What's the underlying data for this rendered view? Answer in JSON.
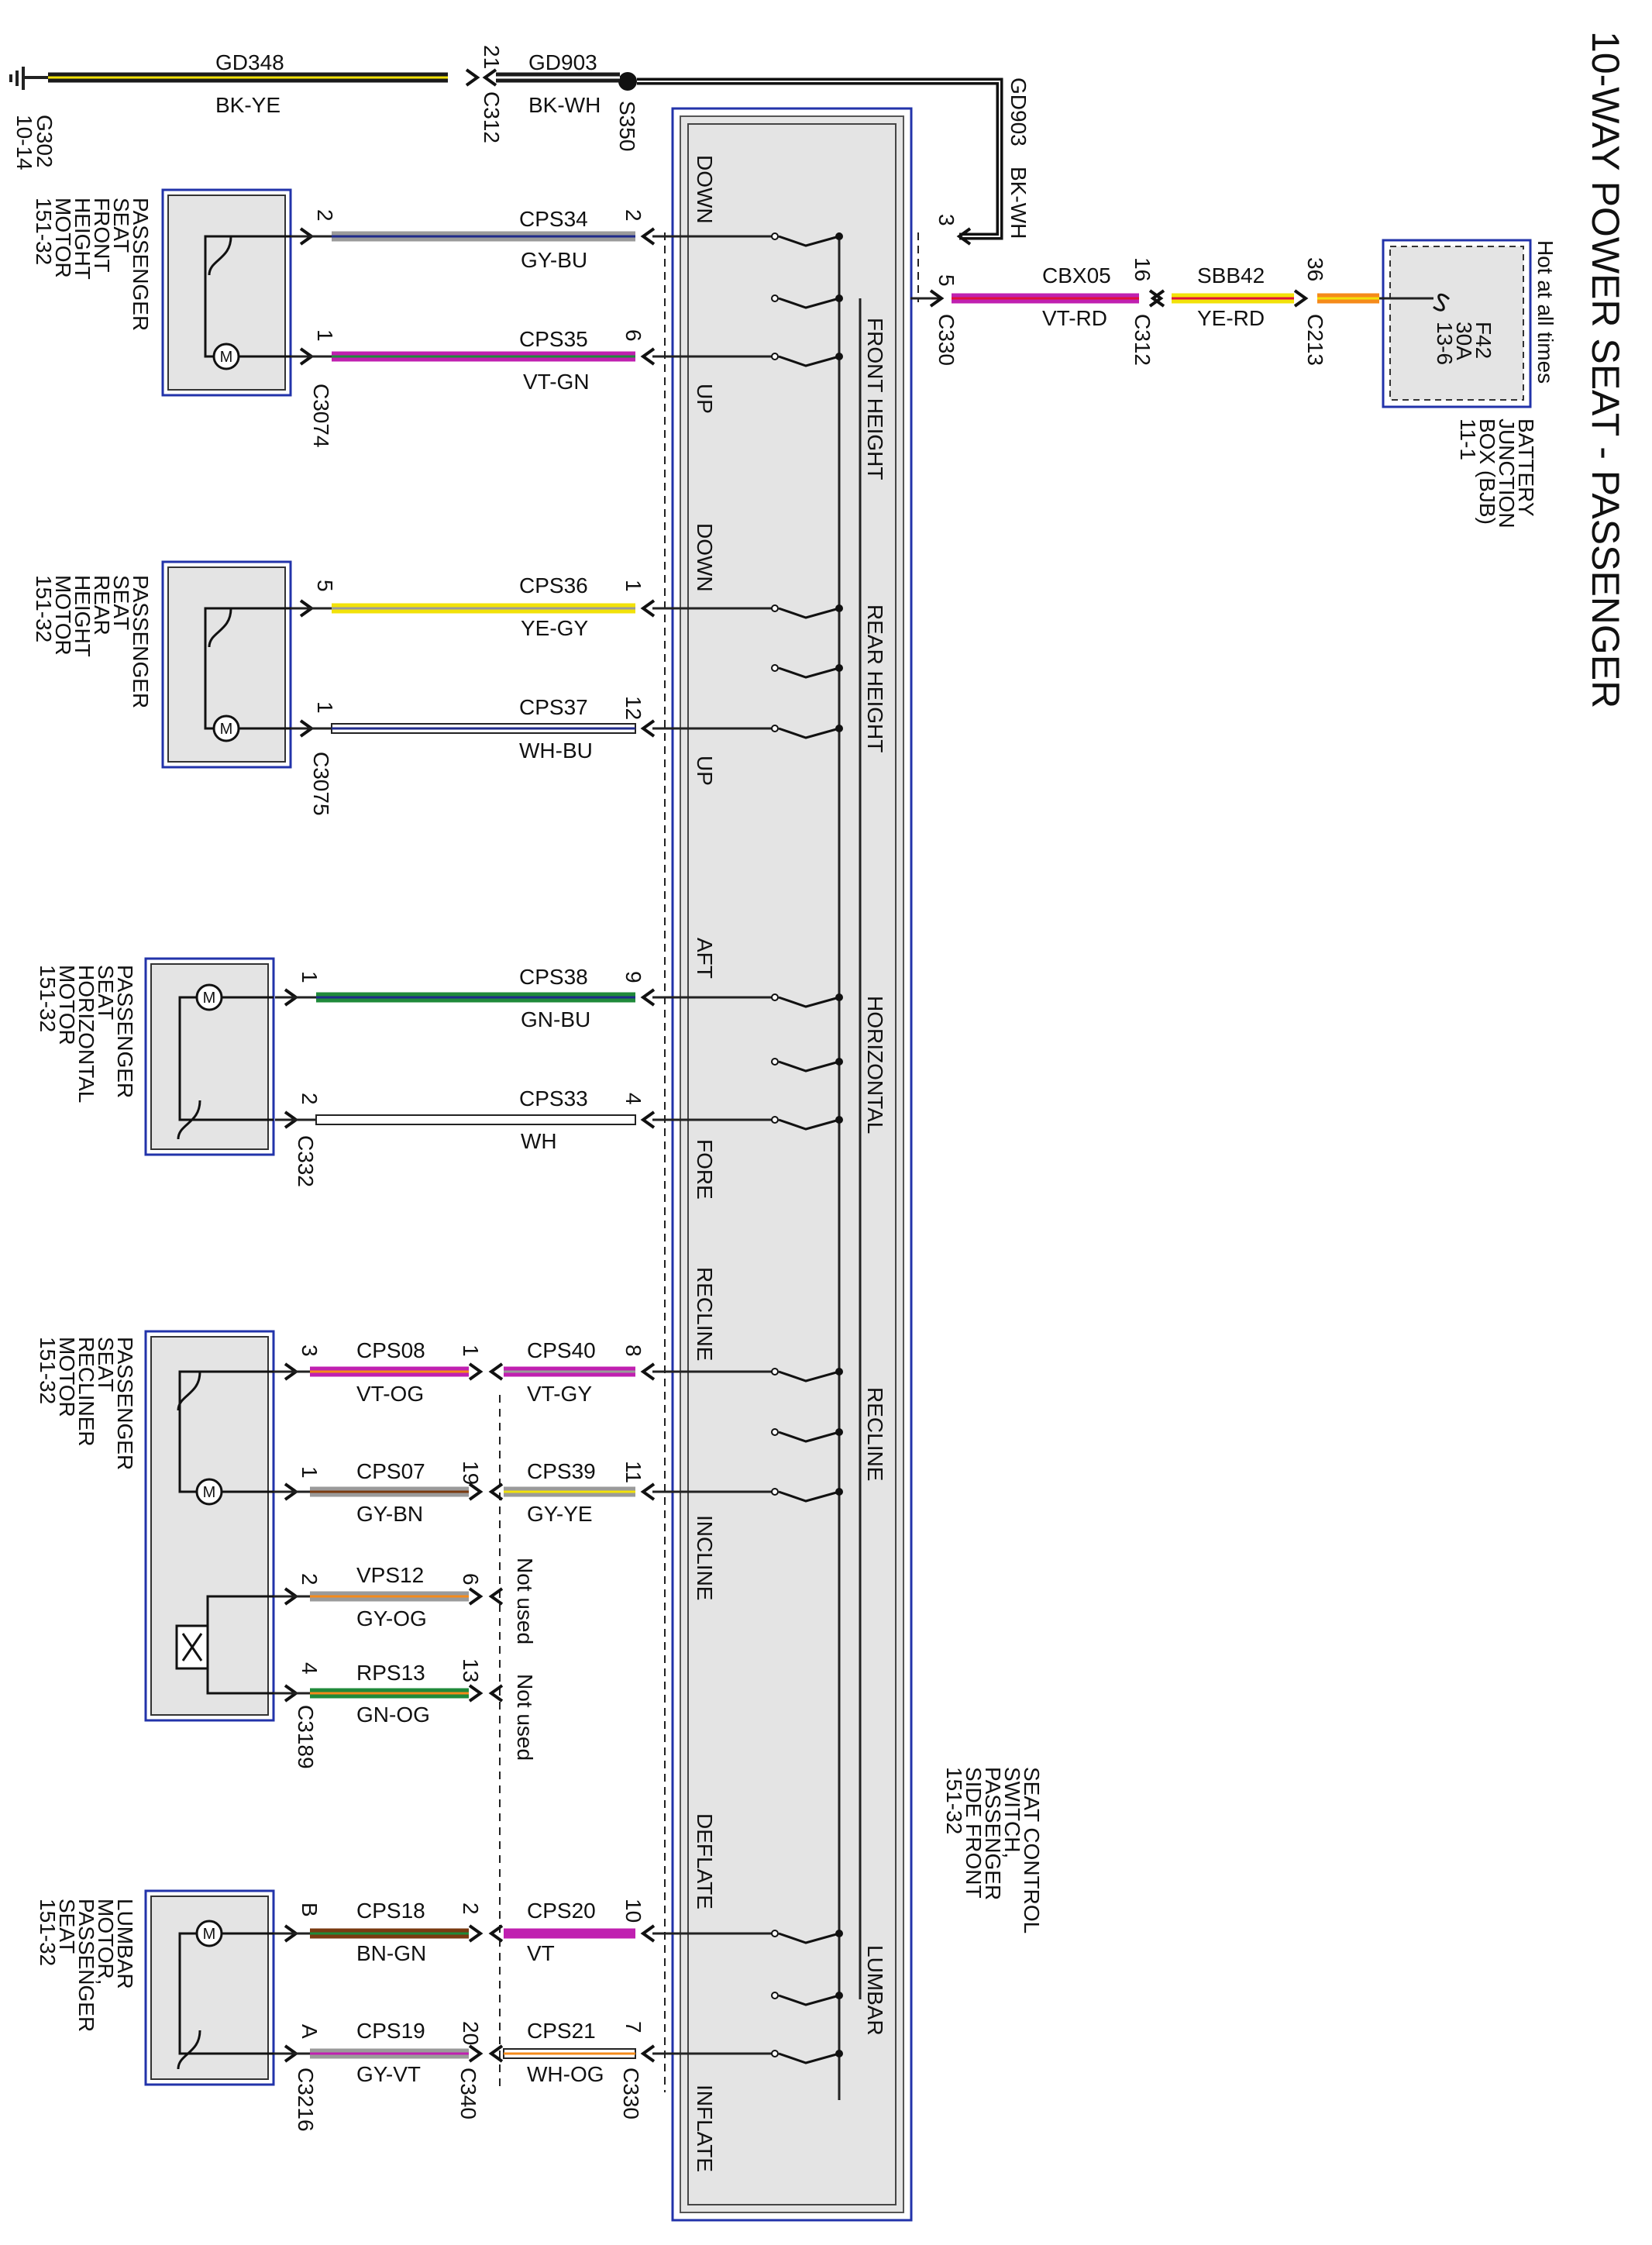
{
  "title": "10-WAY POWER SEAT - PASSENGER",
  "colors": {
    "BK": "#1a1a1a",
    "BU": "#1f2a8a",
    "GY": "#9a9a9a",
    "VT": "#c020b0",
    "GN": "#1f8a3a",
    "RD": "#e0103a",
    "YE": "#f2e20a",
    "WH": "#ffffff",
    "OG": "#f58a1a",
    "BN": "#7a3a10",
    "PK": "#e0186a",
    "box_border": "#2233aa",
    "box_fill": "#e4e4e4"
  },
  "ground": {
    "id": "G302",
    "ref": "10-14"
  },
  "splice": {
    "id": "S350"
  },
  "ground_wires": [
    {
      "circuit": "GD348",
      "color": "BK-YE"
    },
    {
      "circuit": "GD903",
      "color": "BK-WH"
    }
  ],
  "riser_wire": {
    "circuit": "GD903",
    "color": "BK-WH"
  },
  "pins": {
    "c312_gnd": "21",
    "switch_gnd": "3",
    "switch_batt": "5",
    "c312_batt": "16",
    "c213": "36"
  },
  "connectors": {
    "c312_gnd": "C312",
    "c330_batt": "C330",
    "c312_batt": "C312",
    "c213": "C213",
    "fh": "C3074",
    "rh": "C3075",
    "hz": "C332",
    "rec": "C3189",
    "lum": "C3216",
    "c340": "C340",
    "c330": "C330"
  },
  "battery_feed": [
    {
      "circuit": "CBX05",
      "color": "VT-RD"
    },
    {
      "circuit": "SBB42",
      "color": "YE-RD"
    }
  ],
  "bjb": {
    "hot_label": "Hot at all times",
    "fuse_lines": [
      "F42",
      "30A",
      "13-6"
    ],
    "name_lines": [
      "BATTERY",
      "JUNCTION",
      "BOX (BJB)",
      "11-1"
    ]
  },
  "switch": {
    "name_lines": [
      "SEAT CONTROL",
      "SWITCH,",
      "PASSENGER",
      "SIDE FRONT",
      "151-32"
    ],
    "sections": [
      "FRONT HEIGHT",
      "REAR HEIGHT",
      "HORIZONTAL",
      "RECLINE",
      "LUMBAR"
    ],
    "positions": [
      "DOWN",
      "UP",
      "DOWN",
      "UP",
      "AFT",
      "FORE",
      "RECLINE",
      "INCLINE",
      "DEFLATE",
      "INFLATE"
    ]
  },
  "components": [
    {
      "name_lines": [
        "PASSENGER",
        "SEAT",
        "FRONT",
        "HEIGHT",
        "MOTOR",
        "151-32"
      ]
    },
    {
      "name_lines": [
        "PASSENGER",
        "SEAT",
        "REAR",
        "HEIGHT",
        "MOTOR",
        "151-32"
      ]
    },
    {
      "name_lines": [
        "PASSENGER",
        "SEAT",
        "HORIZONTAL",
        "MOTOR",
        "151-32"
      ]
    },
    {
      "name_lines": [
        "PASSENGER",
        "SEAT",
        "RECLINER",
        "MOTOR",
        "151-32"
      ]
    },
    {
      "name_lines": [
        "LUMBAR",
        "MOTOR,",
        "PASSENGER",
        "SEAT",
        "151-32"
      ]
    }
  ],
  "wires": [
    {
      "circuit": "CPS34",
      "color": "GY-BU",
      "pin_switch": "2",
      "pin_comp": "2"
    },
    {
      "circuit": "CPS35",
      "color": "VT-GN",
      "pin_switch": "6",
      "pin_comp": "1"
    },
    {
      "circuit": "CPS36",
      "color": "YE-GY",
      "pin_switch": "1",
      "pin_comp": "5"
    },
    {
      "circuit": "CPS37",
      "color": "WH-BU",
      "pin_switch": "12",
      "pin_comp": "1"
    },
    {
      "circuit": "CPS38",
      "color": "GN-BU",
      "pin_switch": "9",
      "pin_comp": "1"
    },
    {
      "circuit": "CPS33",
      "color": "WH",
      "pin_switch": "4",
      "pin_comp": "2"
    }
  ],
  "split_wires": [
    {
      "sw_circuit": "CPS40",
      "sw_color": "VT-GY",
      "sw_pin": "8",
      "mid_pin": "1",
      "comp_circuit": "CPS08",
      "comp_color": "VT-OG",
      "comp_pin": "3"
    },
    {
      "sw_circuit": "CPS39",
      "sw_color": "GY-YE",
      "sw_pin": "11",
      "mid_pin": "19",
      "comp_circuit": "CPS07",
      "comp_color": "GY-BN",
      "comp_pin": "1"
    },
    {
      "sw_circuit": "",
      "sw_color": "",
      "sw_pin": "",
      "mid_pin": "6",
      "comp_circuit": "VPS12",
      "comp_color": "GY-OG",
      "comp_pin": "2",
      "note": "Not used"
    },
    {
      "sw_circuit": "",
      "sw_color": "",
      "sw_pin": "",
      "mid_pin": "13",
      "comp_circuit": "RPS13",
      "comp_color": "GN-OG",
      "comp_pin": "4",
      "note": "Not used"
    },
    {
      "sw_circuit": "CPS20",
      "sw_color": "VT",
      "sw_pin": "10",
      "mid_pin": "2",
      "comp_circuit": "CPS18",
      "comp_color": "BN-GN",
      "comp_pin": "B"
    },
    {
      "sw_circuit": "CPS21",
      "sw_color": "WH-OG",
      "sw_pin": "7",
      "mid_pin": "20",
      "comp_circuit": "CPS19",
      "comp_color": "GY-VT",
      "comp_pin": "A"
    }
  ]
}
